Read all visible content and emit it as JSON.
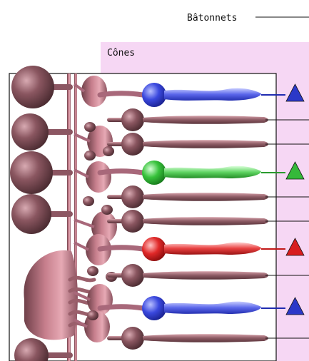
{
  "labels": {
    "rods": "Bâtonnets",
    "cones": "Cônes"
  },
  "colors": {
    "cone_band": "#f6d7f4",
    "frame": "#111111",
    "cell_body": "#7a4a52",
    "cell_body_light": "#c9939d",
    "rod_fill": "#9c6a72",
    "blue_cone": "#2b38c8",
    "green_cone": "#35b93a",
    "red_cone": "#d81e1e"
  },
  "cells": [
    {
      "type": "blue-cone"
    },
    {
      "type": "rod"
    },
    {
      "type": "rod"
    },
    {
      "type": "green-cone"
    },
    {
      "type": "rod"
    },
    {
      "type": "rod"
    },
    {
      "type": "red-cone"
    },
    {
      "type": "rod"
    },
    {
      "type": "blue-cone"
    },
    {
      "type": "rod"
    }
  ]
}
